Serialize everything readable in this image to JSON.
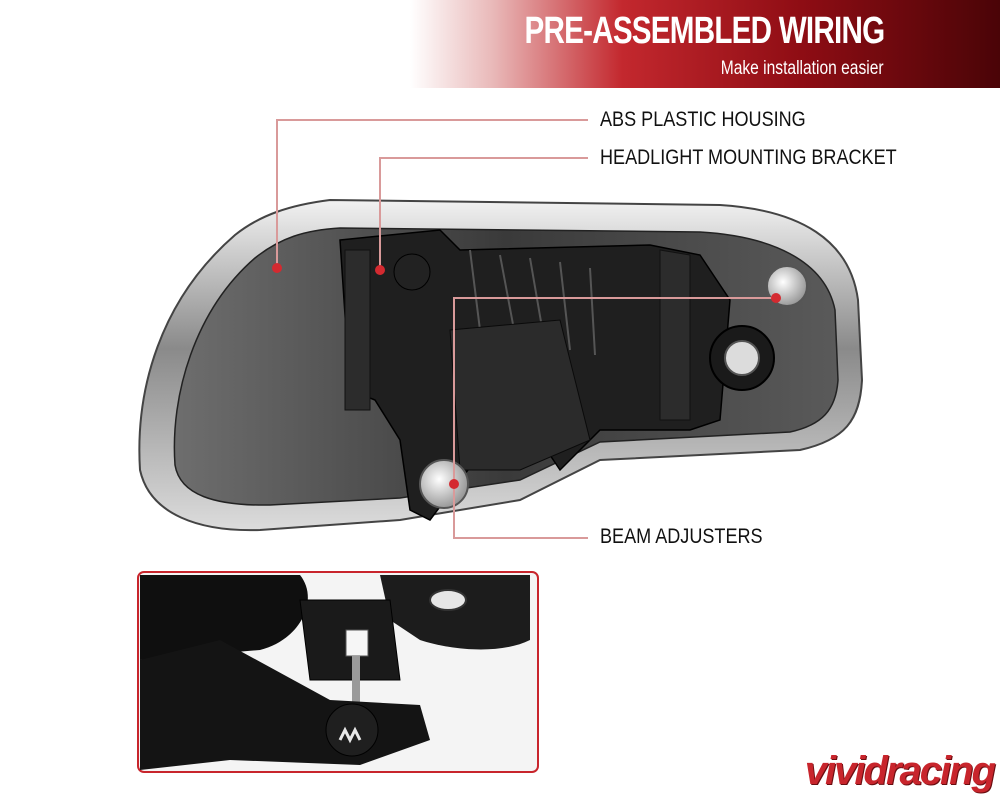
{
  "banner": {
    "title": "PRE-ASSEMBLED WIRING",
    "subtitle": "Make installation easier"
  },
  "callouts": {
    "housing": "ABS PLASTIC HOUSING",
    "bracket": "HEADLIGHT MOUNTING BRACKET",
    "adjusters": "BEAM ADJUSTERS"
  },
  "logo": "vividracing",
  "colors": {
    "accent": "#c8252c",
    "banner_dark": "#4a0407",
    "leader": "#d99a9a"
  }
}
